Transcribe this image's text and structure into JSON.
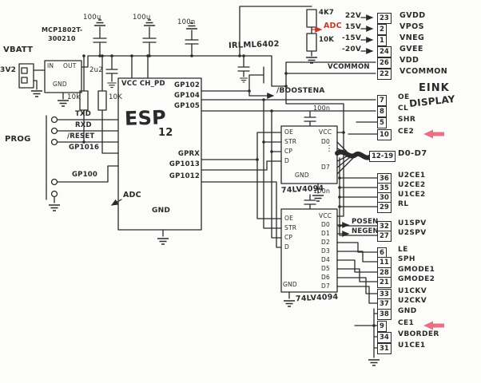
{
  "schematic": {
    "colors": {
      "ink": "#2a2a2a",
      "accent_red": "#c0392b",
      "highlight_pink": "#ea7086"
    },
    "battery": {
      "net": "VBATT",
      "voltage": "3V2"
    },
    "regulator": {
      "part_line1": "MCP1802T-",
      "part_line2": "300210",
      "pin_in": "IN",
      "pin_out": "OUT",
      "pin_gnd": "GND"
    },
    "caps": {
      "c1": "100u",
      "c2": "100u",
      "c3": "100n",
      "c4": "2u2",
      "c_sr1": "100n",
      "c_sr2": "100n"
    },
    "resistors": {
      "r_pullup1": "10k",
      "r_pullup2": "10K",
      "r_div_top": "4K7",
      "r_div_bottom": "10K"
    },
    "adc": {
      "top": "ADC",
      "bottom": "ADC"
    },
    "prog": {
      "label": "PROG"
    },
    "esp": {
      "top_pins": "VCC CH_PD",
      "name": "ESP",
      "variant": "12",
      "pin_txd": "TXD",
      "pin_rxd": "RXD",
      "pin_reset": "/RESET",
      "pin_gpio16": "GP1016",
      "pin_gpio0": "GP100",
      "pin_gpio2": "GP102",
      "pin_gpio4": "GP104",
      "pin_gpio5": "GP105",
      "pin_rx": "GPRX",
      "pin_gpio13": "GP1013",
      "pin_gpio12": "GP1012",
      "pin_gnd": "GND"
    },
    "mosfet": {
      "part": "IRLML6402"
    },
    "nets": {
      "boost_enable": "/BOOSTENA",
      "vcommon": "VCOMMON",
      "posen": "POSEN",
      "negen": "NEGEN"
    },
    "sr1": {
      "pin_oe": "OE",
      "pin_str": "STR",
      "pin_cp": "CP",
      "pin_d": "D",
      "pin_vcc": "VCC",
      "pin_d0": "D0",
      "dots": "⋮",
      "pin_d7": "D7",
      "pin_gnd": "GND",
      "part": "74LV4094"
    },
    "sr2": {
      "pin_oe": "OE",
      "pin_str": "STR",
      "pin_cp": "CP",
      "pin_d": "D",
      "pin_vcc": "VCC",
      "outputs": [
        "D0",
        "D1",
        "D2",
        "D3",
        "D4",
        "D5",
        "D6",
        "D7"
      ],
      "pin_gnd": "GND",
      "part": "74LV4094"
    },
    "display": {
      "name_line1": "EINK",
      "name_line2": "DISPLAY"
    },
    "connector": {
      "power_rows": [
        {
          "net": "22V",
          "pin": "23",
          "name": "GVDD"
        },
        {
          "net": "15V",
          "pin": "2",
          "name": "VPOS"
        },
        {
          "net": "-15V",
          "pin": "1",
          "name": "VNEG"
        },
        {
          "net": "-20V",
          "pin": "24",
          "name": "GVEE"
        },
        {
          "net": "",
          "pin": "26",
          "name": "VDD"
        },
        {
          "net": "VCOMMON",
          "pin": "22",
          "name": "VCOMMON"
        }
      ],
      "signal_rows": [
        {
          "pin": "7",
          "name": "OE"
        },
        {
          "pin": "8",
          "name": "CL"
        },
        {
          "pin": "5",
          "name": "SHR"
        },
        {
          "pin": "10",
          "name": "CE2"
        },
        {
          "pin": "12-19",
          "name": "D0-D7"
        },
        {
          "pin": "36",
          "name": "U2CE1"
        },
        {
          "pin": "35",
          "name": "U2CE2"
        },
        {
          "pin": "30",
          "name": "U1CE2"
        },
        {
          "pin": "29",
          "name": "RL"
        },
        {
          "pin": "32",
          "name": "U1SPV"
        },
        {
          "pin": "27",
          "name": "U2SPV"
        },
        {
          "pin": "6",
          "name": "LE"
        },
        {
          "pin": "11",
          "name": "SPH"
        },
        {
          "pin": "28",
          "name": "GMODE1"
        },
        {
          "pin": "21",
          "name": "GMODE2"
        },
        {
          "pin": "33",
          "name": "U1CKV"
        },
        {
          "pin": "37",
          "name": "U2CKV"
        },
        {
          "pin": "38",
          "name": "GND"
        },
        {
          "pin": "9",
          "name": "CE1"
        },
        {
          "pin": "34",
          "name": "VBORDER"
        },
        {
          "pin": "31",
          "name": "U1CE1"
        }
      ]
    }
  }
}
